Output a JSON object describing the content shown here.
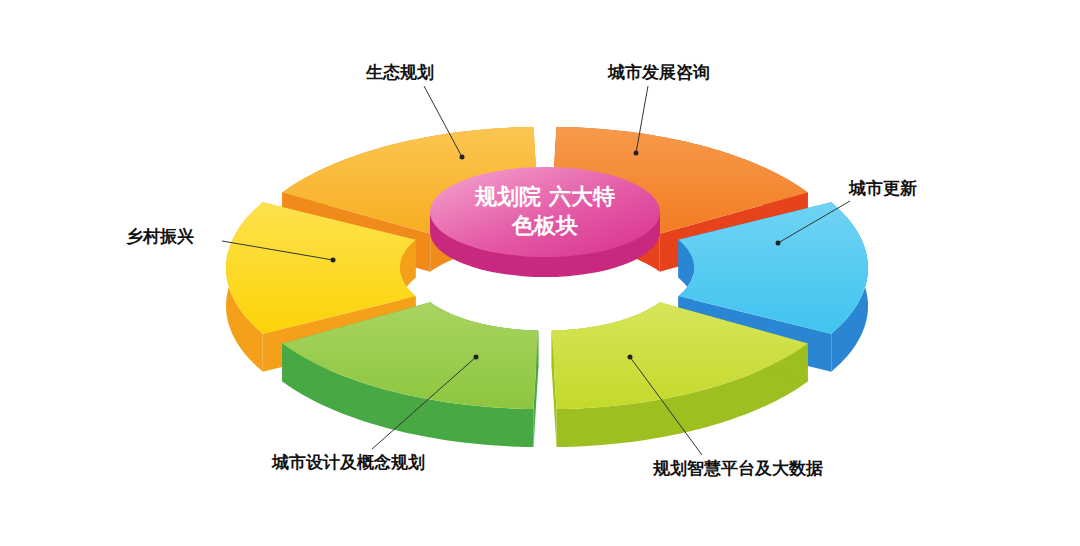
{
  "diagram": {
    "nodes": [
      {
        "text": [
          "规划院 六大特色板块"
        ]
      }
    ],
    "labels": [
      "生态规划",
      "城市发展咨询",
      "城市更新",
      "乡村振兴",
      "城市设计及概念规划",
      "规划智慧平台及大数据"
    ]
  }
}
